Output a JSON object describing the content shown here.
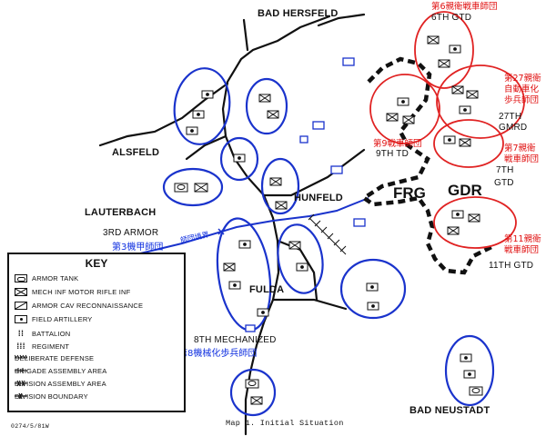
{
  "towns": {
    "bad_hersfeld": "BAD HERSFELD",
    "alsfeld": "ALSFELD",
    "lauterbach": "LAUTERBACH",
    "hunfeld": "HUNFELD",
    "fulda": "FULDA",
    "bad_neustadt": "BAD NEUSTADT"
  },
  "countries": {
    "frg": "FRG",
    "gdr": "GDR"
  },
  "units": {
    "gtd6": "6TH GTD",
    "gmrd27_line1": "27TH",
    "gmrd27_line2": "GMRD",
    "td9": "9TH TD",
    "gtd7_line1": "7TH",
    "gtd7_line2": "GTD",
    "gtd11": "11TH GTD",
    "armor3": "3RD ARMOR",
    "mech8": "8TH MECHANIZED"
  },
  "japanese": {
    "gtd6": "第6親衛戦車師団",
    "gmrd27": [
      "第27親衛",
      "自動車化",
      "歩兵師団"
    ],
    "td9": "第9戦車師団",
    "gtd7": [
      "第7親衛",
      "戦車師団"
    ],
    "gtd11": [
      "第11親衛",
      "戦車師団"
    ],
    "armor3": "第3機甲師団",
    "mech8": "第8機械化歩兵師団",
    "boundary": "師団境界"
  },
  "key": {
    "title": "KEY",
    "items": [
      "ARMOR TANK",
      "MECH INF  MOTOR RIFLE INF",
      "ARMOR CAV  RECONNAISSANCE",
      "FIELD ARTILLERY",
      "BATTALION",
      "REGIMENT",
      "DELIBERATE DEFENSE",
      "BRIGADE ASSEMBLY AREA",
      "DIVISION ASSEMBLY AREA",
      "DIVISION BOUNDARY"
    ]
  },
  "caption": "Map 1.  Initial Situation",
  "code": "0274/5/81W",
  "colors": {
    "nato": "#1a33cc",
    "pact": "#e02222",
    "ink": "#111111"
  }
}
